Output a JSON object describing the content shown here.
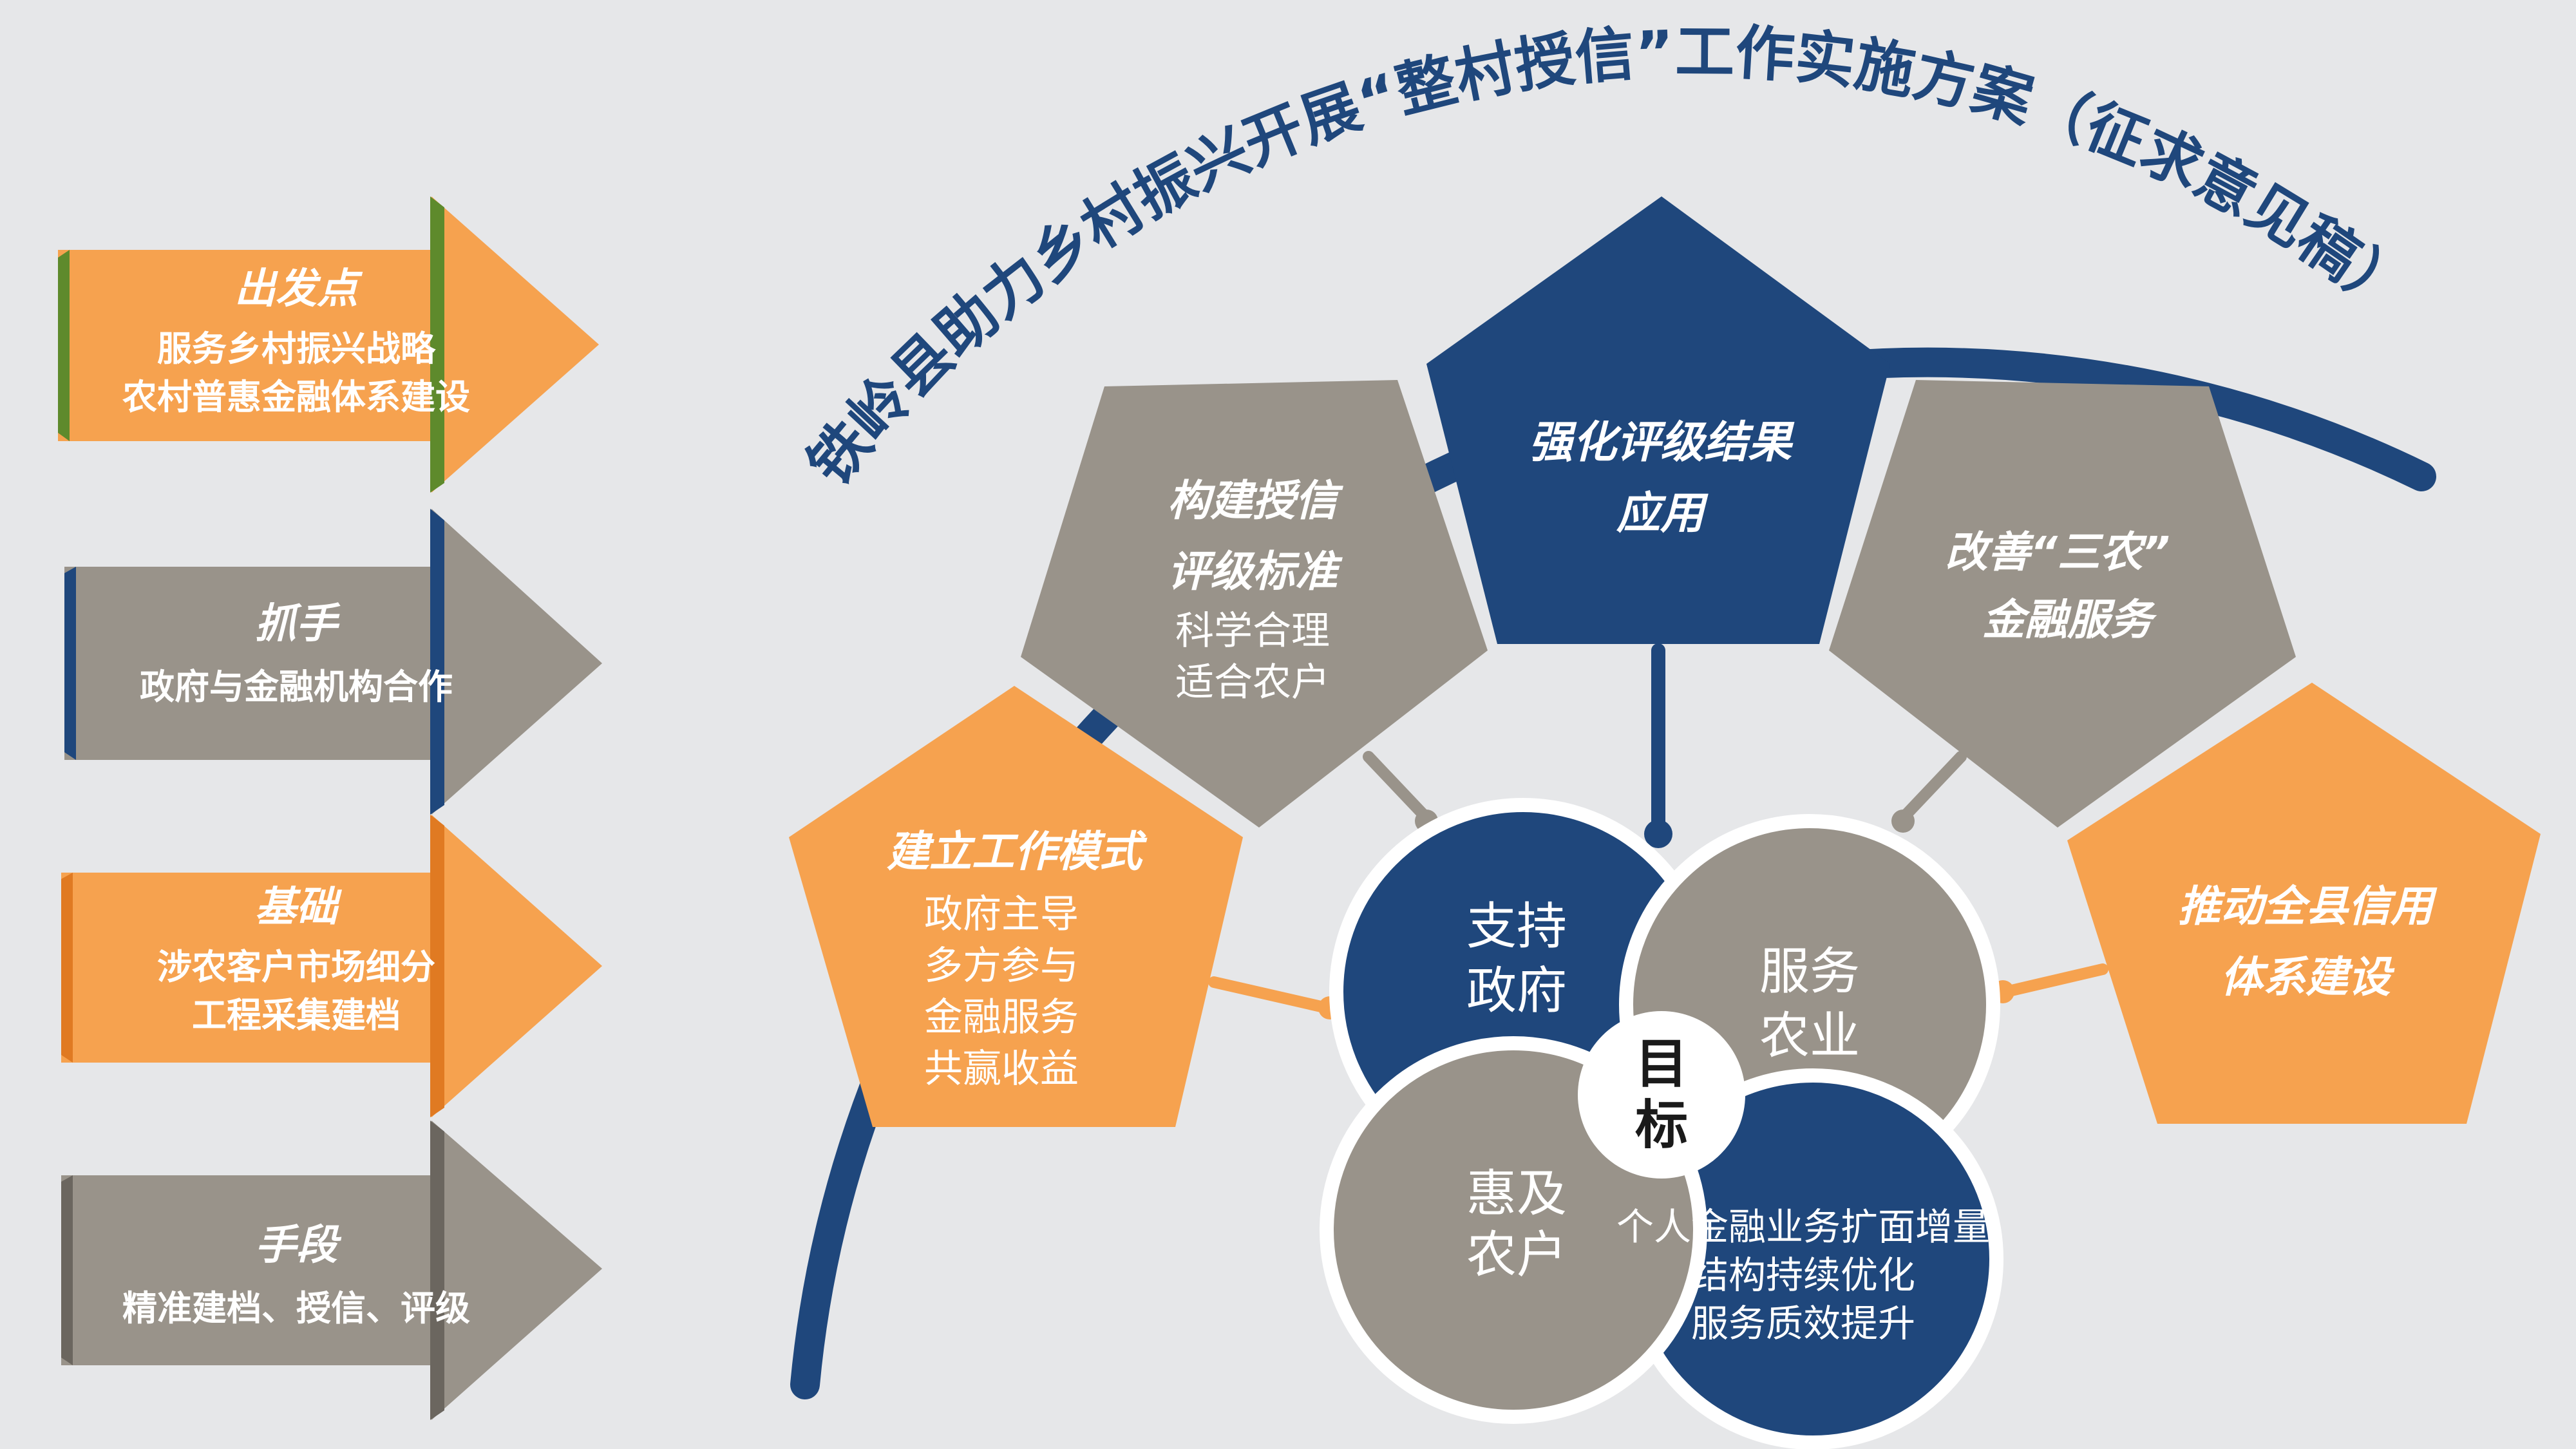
{
  "title": "铁岭县助力乡村振兴开展“整村授信”工作实施方案（征求意见稿）",
  "colors": {
    "background": "#e6e7e9",
    "navy": "#1f477c",
    "orange": "#f6a24f",
    "gray": "#99938a",
    "white": "#ffffff",
    "green_edge": "#5e8a2c"
  },
  "left_arrows": [
    {
      "heading": "出发点",
      "lines": [
        "服务乡村振兴战略",
        "农村普惠金融体系建设"
      ]
    },
    {
      "heading": "抓手",
      "lines": [
        "政府与金融机构合作"
      ]
    },
    {
      "heading": "基础",
      "lines": [
        "涉农客户市场细分",
        "工程采集建档"
      ]
    },
    {
      "heading": "手段",
      "lines": [
        "精准建档、授信、评级"
      ]
    }
  ],
  "pentagons": {
    "top": {
      "heading": [
        "强化评级结果",
        "应用"
      ],
      "lines": []
    },
    "upper_left": {
      "heading": [
        "构建授信",
        "评级标准"
      ],
      "lines": [
        "科学合理",
        "适合农户"
      ]
    },
    "upper_right": {
      "heading": [
        "改善“三农”",
        "金融服务"
      ],
      "lines": []
    },
    "lower_left": {
      "heading": [
        "建立工作模式"
      ],
      "lines": [
        "政府主导",
        "多方参与",
        "金融服务",
        "共赢收益"
      ]
    },
    "lower_right": {
      "heading": [
        "推动全县信用",
        "体系建设"
      ],
      "lines": []
    }
  },
  "goal_circles": {
    "center": [
      "目",
      "标"
    ],
    "top_left": [
      "支持",
      "政府"
    ],
    "top_right": [
      "服务",
      "农业"
    ],
    "bottom_left": [
      "惠及",
      "农户"
    ],
    "bottom_right": [
      "个人金融业务扩面增量",
      "结构持续优化",
      "服务质效提升"
    ]
  }
}
